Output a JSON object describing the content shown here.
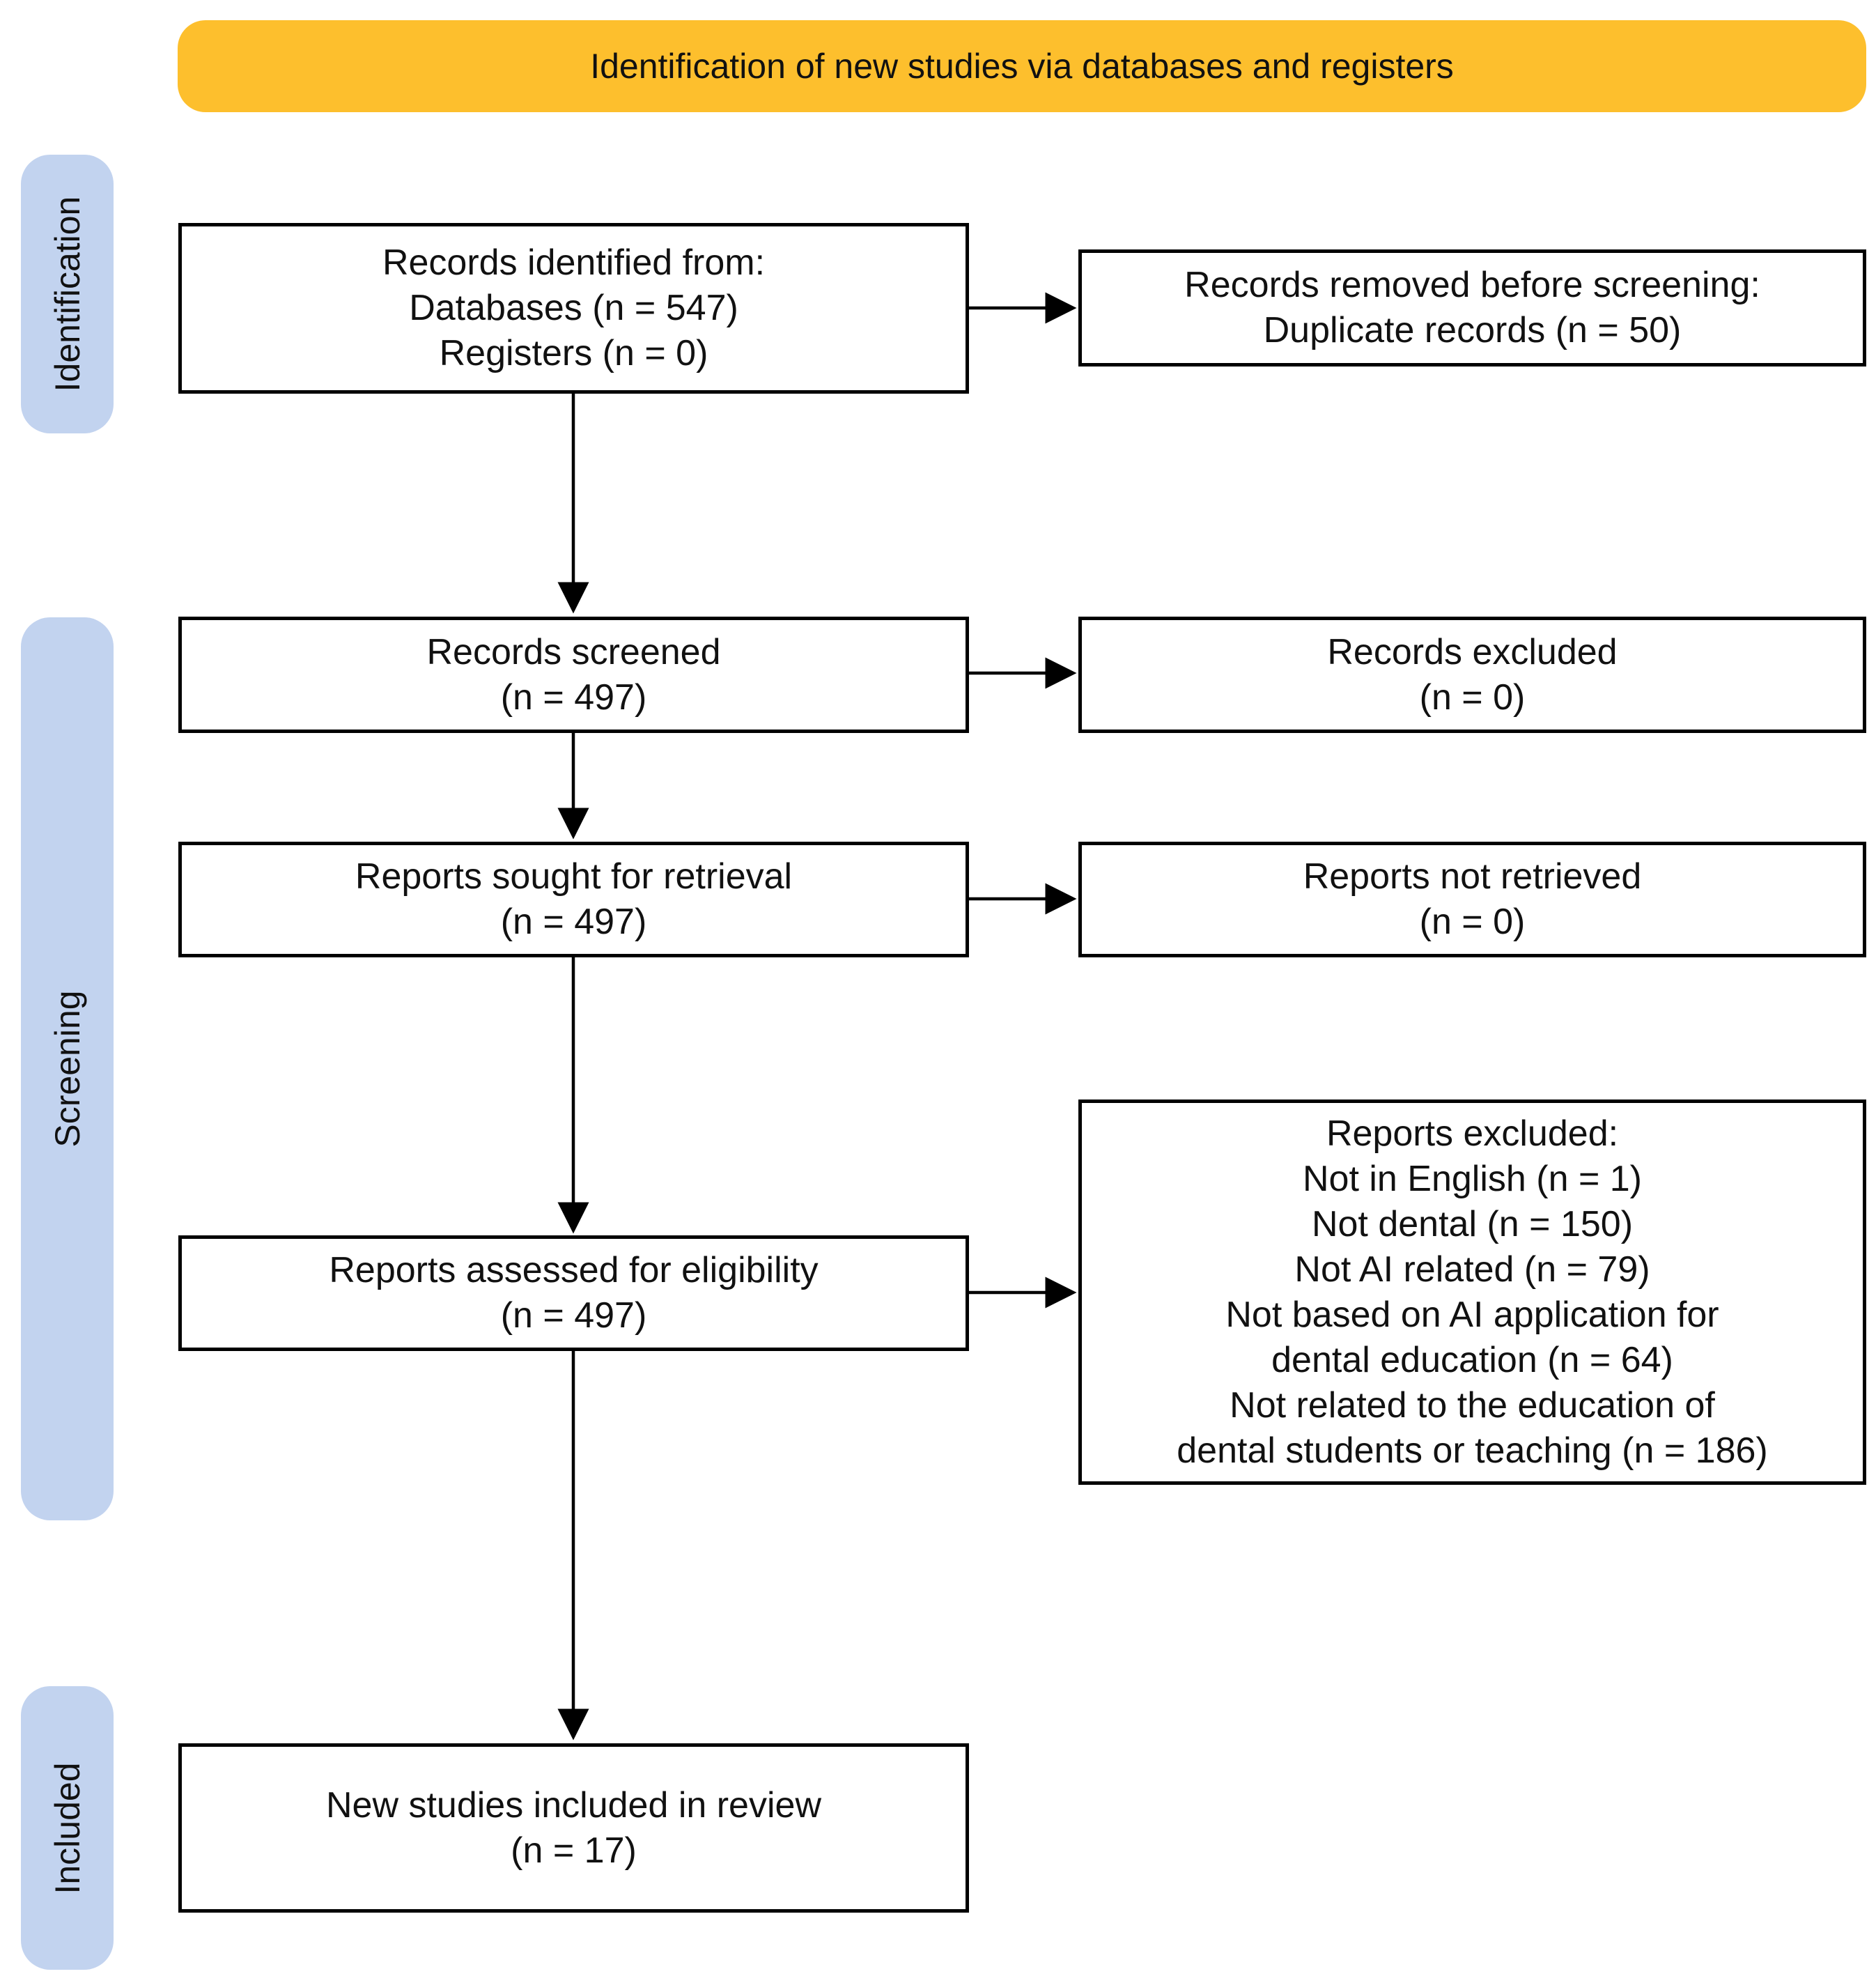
{
  "header": {
    "title": "Identification of new studies via databases and registers"
  },
  "phases": {
    "identification": "Identification",
    "screening": "Screening",
    "included": "Included"
  },
  "boxes": {
    "records_identified": [
      "Records identified from:",
      "Databases (n = 547)",
      "Registers (n = 0)"
    ],
    "records_removed": [
      "Records removed before screening:",
      "Duplicate records (n = 50)"
    ],
    "records_screened": [
      "Records screened",
      "(n = 497)"
    ],
    "records_excluded": [
      "Records excluded",
      "(n = 0)"
    ],
    "reports_sought": [
      "Reports sought for retrieval",
      "(n = 497)"
    ],
    "reports_not_retrieved": [
      "Reports not retrieved",
      "(n = 0)"
    ],
    "reports_assessed": [
      "Reports assessed for eligibility",
      "(n = 497)"
    ],
    "reports_excluded": [
      "Reports excluded:",
      "Not in English (n = 1)",
      "Not dental (n = 150)",
      "Not AI related (n = 79)",
      "Not based on AI application for",
      "dental education (n = 64)",
      "Not related to the education of",
      "dental students or teaching (n = 186)"
    ],
    "studies_included": [
      "New studies included in review",
      "(n = 17)"
    ]
  },
  "colors": {
    "header_fill": "#FDBF2D",
    "phase_fill": "#C2D3EF",
    "box_border": "#000000",
    "arrow": "#000000"
  }
}
